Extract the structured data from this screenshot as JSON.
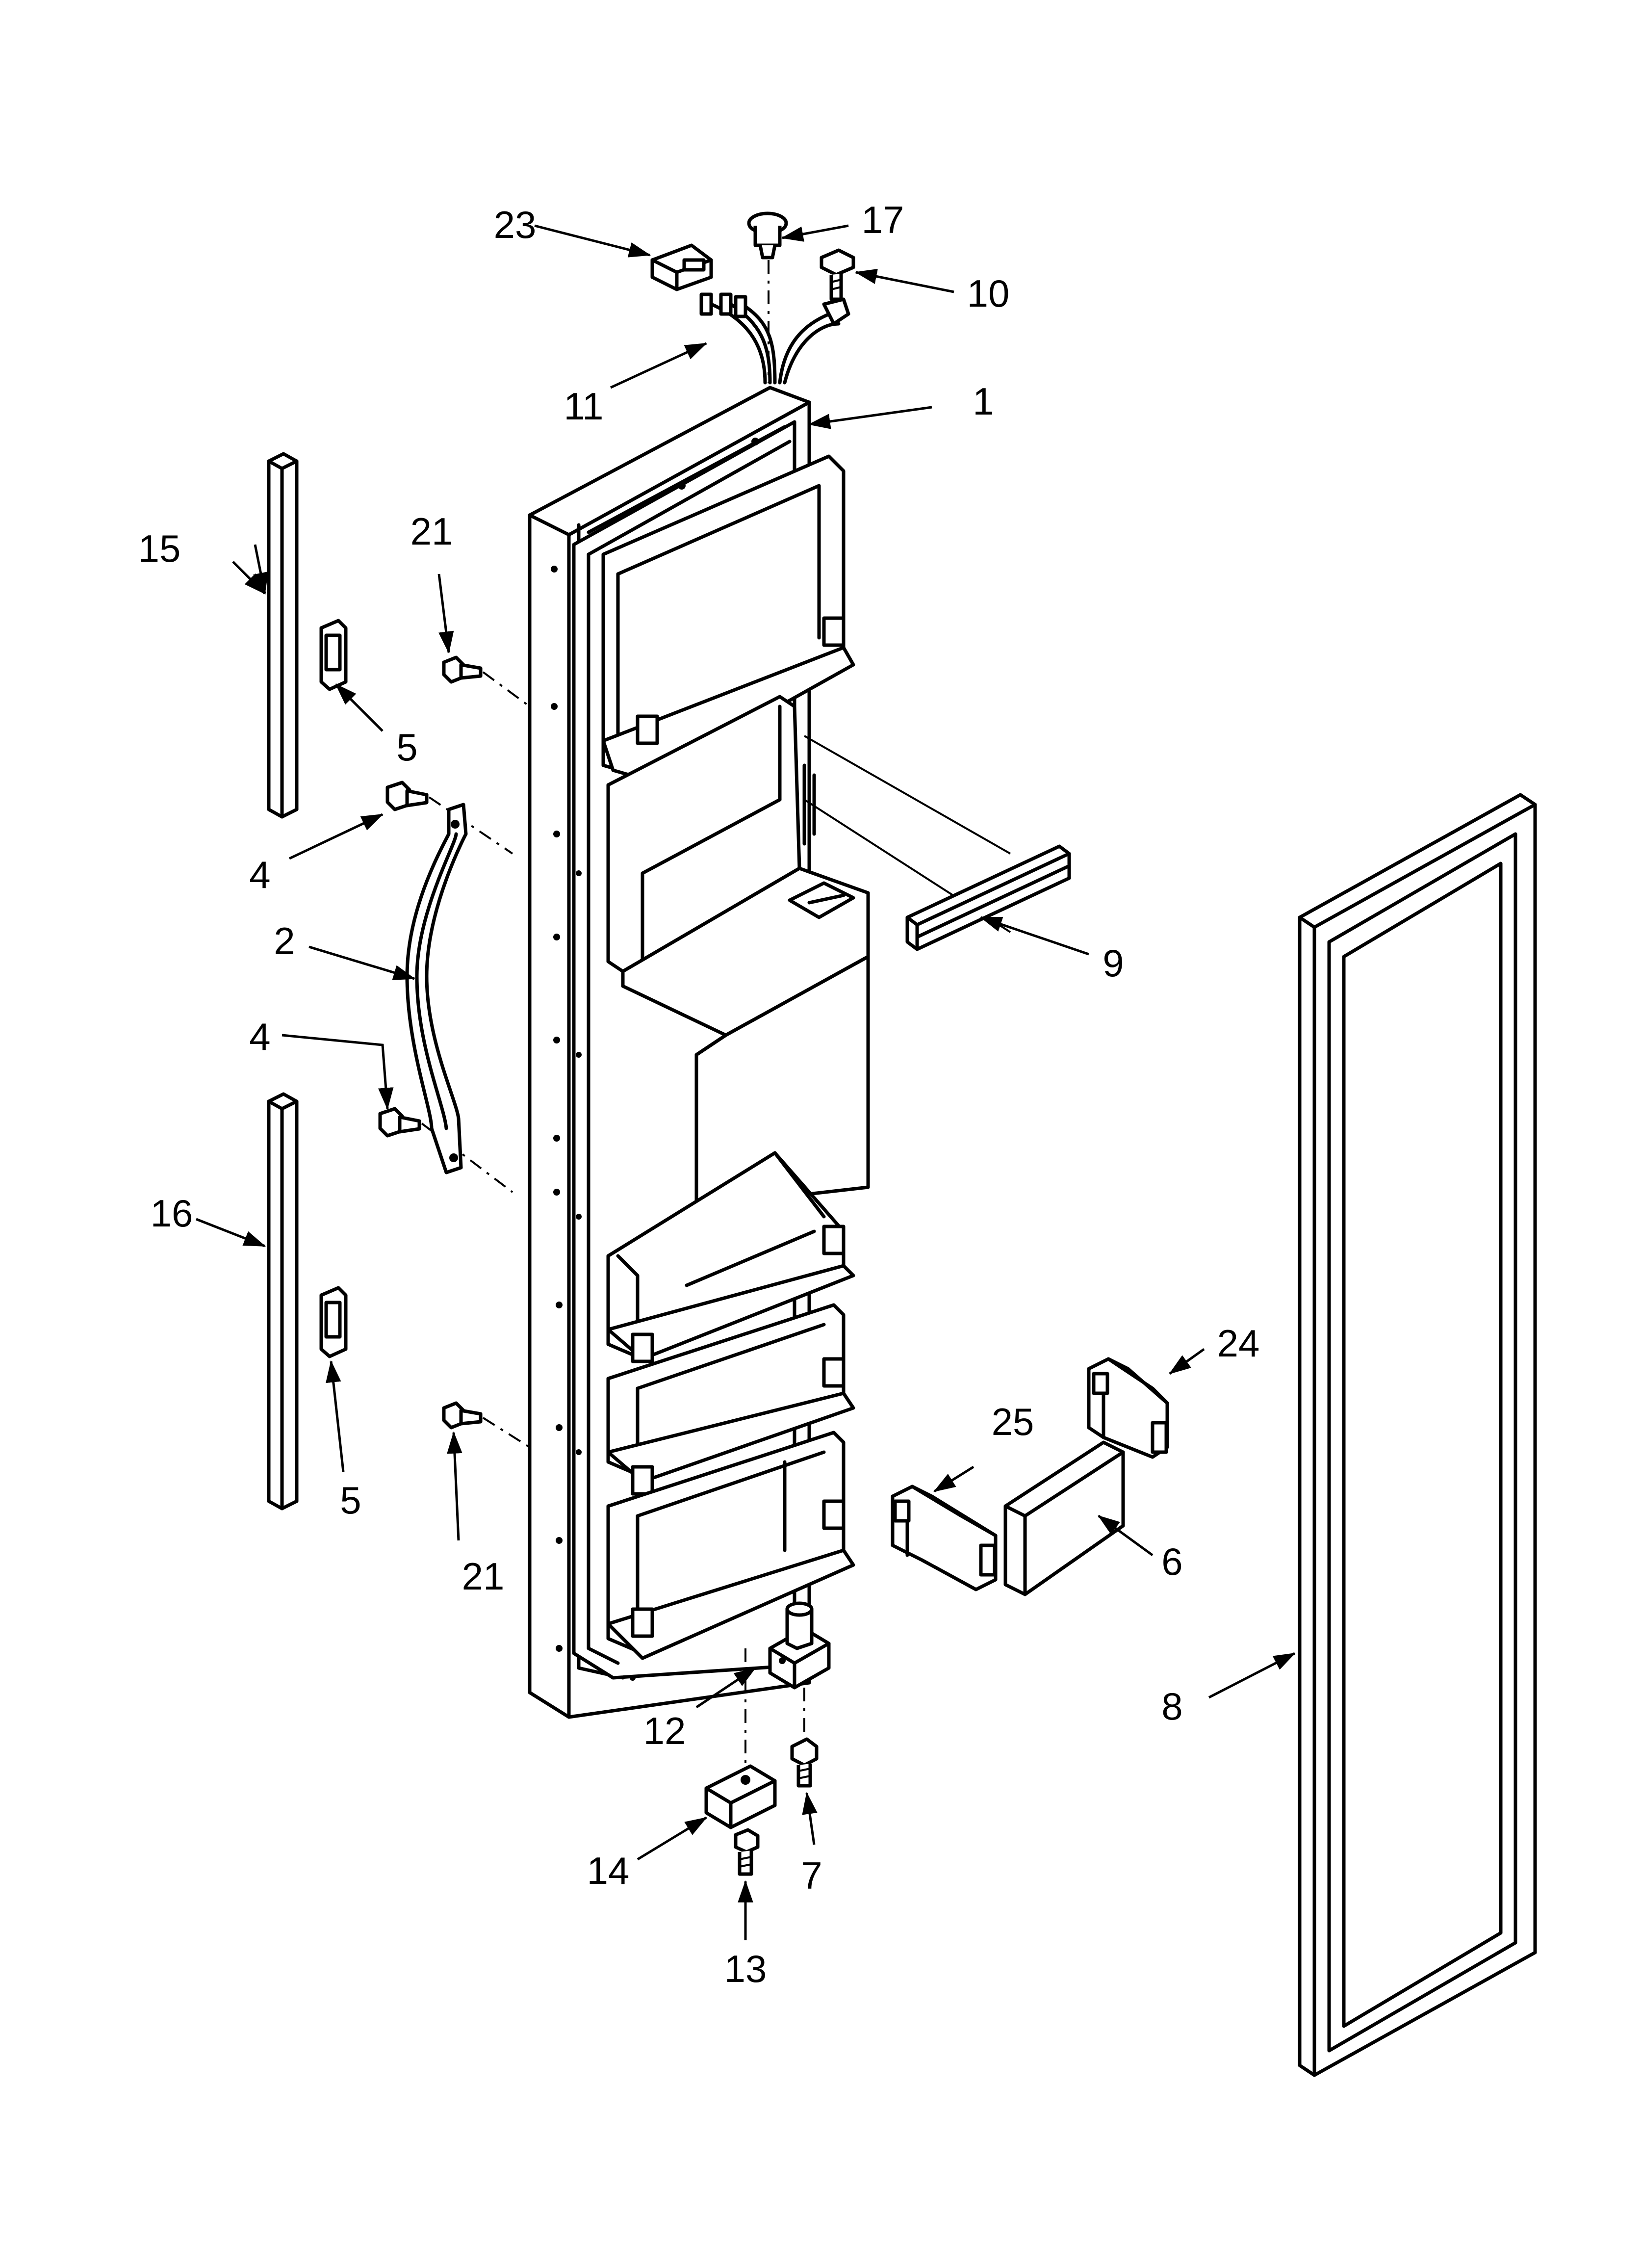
{
  "callouts": [
    {
      "id": "c1",
      "label": "1"
    },
    {
      "id": "c2",
      "label": "2"
    },
    {
      "id": "c4a",
      "label": "4"
    },
    {
      "id": "c4b",
      "label": "4"
    },
    {
      "id": "c5a",
      "label": "5"
    },
    {
      "id": "c5b",
      "label": "5"
    },
    {
      "id": "c6",
      "label": "6"
    },
    {
      "id": "c7",
      "label": "7"
    },
    {
      "id": "c8",
      "label": "8"
    },
    {
      "id": "c9",
      "label": "9"
    },
    {
      "id": "c10",
      "label": "10"
    },
    {
      "id": "c11",
      "label": "11"
    },
    {
      "id": "c12",
      "label": "12"
    },
    {
      "id": "c13",
      "label": "13"
    },
    {
      "id": "c14",
      "label": "14"
    },
    {
      "id": "c15",
      "label": "15"
    },
    {
      "id": "c16",
      "label": "16"
    },
    {
      "id": "c17",
      "label": "17"
    },
    {
      "id": "c21a",
      "label": "21"
    },
    {
      "id": "c21b",
      "label": "21"
    },
    {
      "id": "c23",
      "label": "23"
    },
    {
      "id": "c24",
      "label": "24"
    },
    {
      "id": "c25",
      "label": "25"
    }
  ]
}
